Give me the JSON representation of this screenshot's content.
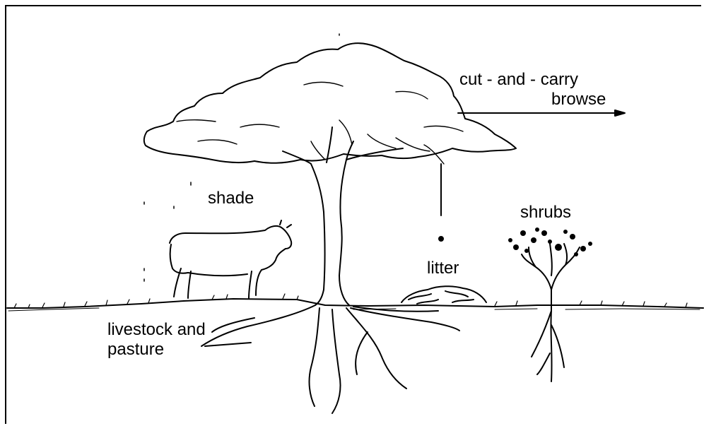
{
  "labels": {
    "cut_and_carry": "cut - and - carry",
    "browse": "browse",
    "shade": "shade",
    "shrubs": "shrubs",
    "litter": "litter",
    "livestock_line1": "livestock and",
    "livestock_line2": "pasture"
  }
}
